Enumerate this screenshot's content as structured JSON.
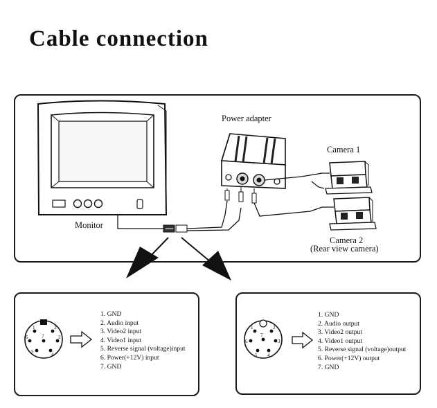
{
  "title": "Cable connection",
  "labels": {
    "monitor": "Monitor",
    "power_adapter": "Power adapter",
    "camera1": "Camera 1",
    "camera2": "Camera 2",
    "camera2_note": "(Rear view camera)"
  },
  "monitor_connector": {
    "pin_numbers": [
      "1",
      "2",
      "3",
      "4",
      "5",
      "6",
      "7"
    ],
    "pins": [
      "1. GND",
      "2. Audio input",
      "3. Video2 input",
      "4. Video1 input",
      "5. Reverse signal   (voltage)input",
      "6. Power(+12V) input",
      "7. GND"
    ]
  },
  "adapter_connector": {
    "pin_numbers": [
      "1",
      "2",
      "3",
      "4",
      "5",
      "6",
      "7"
    ],
    "pins": [
      "1. GND",
      "2. Audio output",
      "3. Video2 output",
      "4. Video1 output",
      "5. Reverse signal   (voltage)output",
      "6. Power(+12V) output",
      "7. GND"
    ]
  }
}
